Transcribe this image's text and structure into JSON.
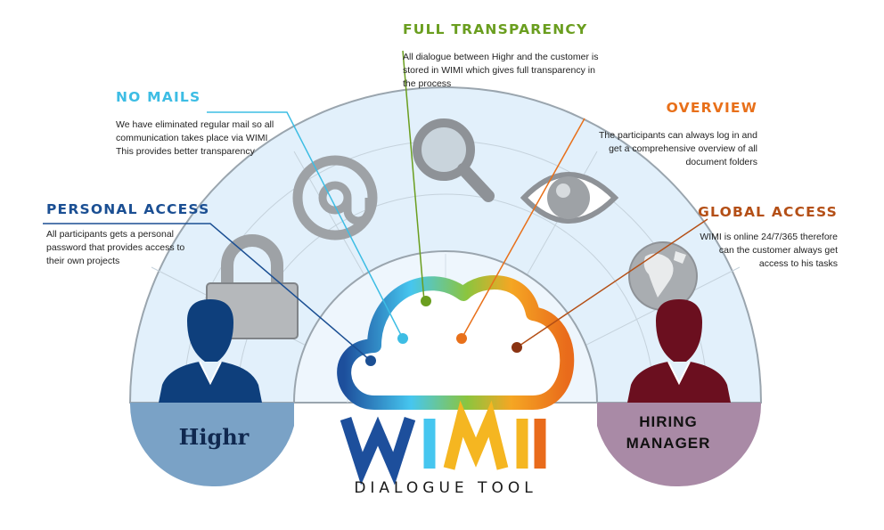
{
  "callouts": {
    "full_transparency": {
      "title": "FULL TRANSPARENCY",
      "text": "All dialogue between Highr and the customer is stored in WIMI which gives full transparency in the process",
      "color": "#6a9e1f"
    },
    "no_mails": {
      "title": "NO MAILS",
      "text": "We have eliminated regular mail so all communication takes place via WIMI This provides better transparency",
      "color": "#3dbde4"
    },
    "overview": {
      "title": "OVERVIEW",
      "text": "The participants can always log in and get a comprehensive overview of all document folders",
      "color": "#e8701a"
    },
    "personal_access": {
      "title": "PERSONAL ACCESS",
      "text": "All participants gets a personal password that provides access to their own projects",
      "color": "#1b4f93"
    },
    "global_access": {
      "title": "GLOBAL ACCESS",
      "text": "WIMI is online 24/7/365 therefore can the customer always get access to his tasks",
      "color": "#b44f16"
    }
  },
  "left_person": {
    "label": "Highr",
    "color": "#0e3f7c",
    "base_color": "#7aa2c6"
  },
  "right_person": {
    "label": "HIRING MANAGER",
    "color": "#6b0f1f",
    "base_color": "#a98aa6"
  },
  "logo": {
    "text": "WIMI",
    "subtitle": "DIALOGUE TOOL"
  },
  "icons": [
    "lock-icon",
    "at-sign-icon",
    "magnifier-icon",
    "eye-icon",
    "globe-icon",
    "cloud-icon"
  ]
}
